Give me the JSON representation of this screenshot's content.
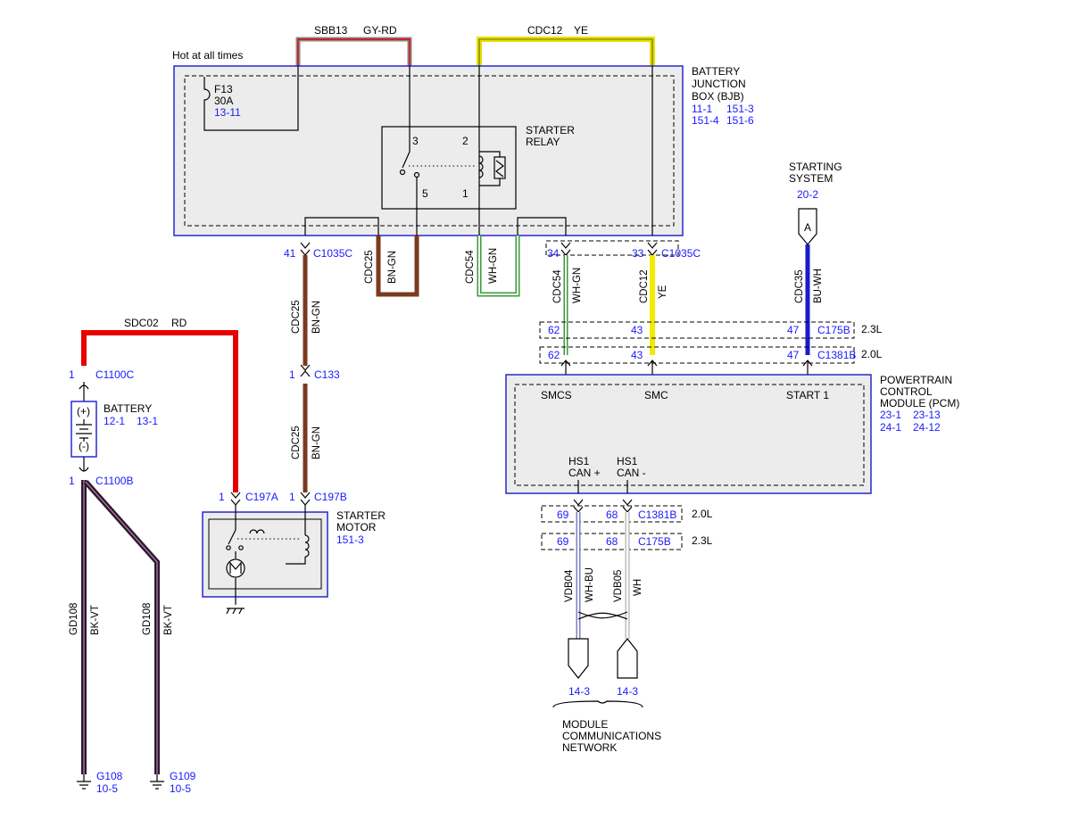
{
  "wires_top": {
    "sbb13_circuit": "SBB13",
    "sbb13_color": "GY-RD",
    "cdc12_circuit": "CDC12",
    "cdc12_color": "YE",
    "hot_label": "Hot at all times"
  },
  "bjb": {
    "title_l1": "BATTERY",
    "title_l2": "JUNCTION",
    "title_l3": "BOX (BJB)",
    "ref_a": "11-1",
    "ref_b": "151-3",
    "ref_c": "151-4",
    "ref_d": "151-6",
    "fuse_name": "F13",
    "fuse_rating": "30A",
    "fuse_ref": "13-11",
    "relay_l1": "STARTER",
    "relay_l2": "RELAY",
    "pin3": "3",
    "pin2": "2",
    "pin5": "5",
    "pin1": "1"
  },
  "bjb_loops": {
    "cdc25_circuit": "CDC25",
    "cdc25_color": "BN-GN",
    "cdc54_circuit": "CDC54",
    "cdc54_color": "WH-GN"
  },
  "c1035c_left": {
    "pin": "41",
    "name": "C1035C"
  },
  "c1035c_right": {
    "pin_a": "34",
    "pin_b": "33",
    "name": "C1035C"
  },
  "pcm_wires": {
    "cdc54_circuit": "CDC54",
    "cdc54_color": "WH-GN",
    "cdc12_circuit": "CDC12",
    "cdc12_color": "YE",
    "cdc35_circuit": "CDC35",
    "cdc35_color": "BU-WH"
  },
  "starting_system": {
    "l1": "STARTING",
    "l2": "SYSTEM",
    "ref": "20-2",
    "connector": "A"
  },
  "c175b_top": {
    "p1": "62",
    "p2": "43",
    "p3": "47",
    "name": "C175B",
    "engine": "2.3L"
  },
  "c1381b_top": {
    "p1": "62",
    "p2": "43",
    "p3": "47",
    "name": "C1381B",
    "engine": "2.0L"
  },
  "pcm": {
    "l1": "POWERTRAIN",
    "l2": "CONTROL",
    "l3": "MODULE (PCM)",
    "ref_a": "23-1",
    "ref_b": "23-13",
    "ref_c": "24-1",
    "ref_d": "24-12",
    "smcs": "SMCS",
    "smc": "SMC",
    "start1": "START 1",
    "can_p_l1": "HS1",
    "can_p_l2": "CAN +",
    "can_m_l1": "HS1",
    "can_m_l2": "CAN -"
  },
  "c1381b_bot": {
    "p1": "69",
    "p2": "68",
    "name": "C1381B",
    "engine": "2.0L"
  },
  "c175b_bot": {
    "p1": "69",
    "p2": "68",
    "name": "C175B",
    "engine": "2.3L"
  },
  "can_wires": {
    "vdb04_circuit": "VDB04",
    "vdb04_color": "WH-BU",
    "vdb05_circuit": "VDB05",
    "vdb05_color": "WH",
    "ref_left": "14-3",
    "ref_right": "14-3",
    "net_l1": "MODULE",
    "net_l2": "COMMUNICATIONS",
    "net_l3": "NETWORK"
  },
  "sdc02": {
    "circuit": "SDC02",
    "color": "RD"
  },
  "battery": {
    "c1100c_pin": "1",
    "c1100c_name": "C1100C",
    "title": "BATTERY",
    "ref_a": "12-1",
    "ref_b": "13-1",
    "plus": "(+)",
    "minus": "(-)",
    "c1100b_pin": "1",
    "c1100b_name": "C1100B"
  },
  "cdc25_mid": {
    "circuit_a": "CDC25",
    "color_a": "BN-GN",
    "c133_pin": "1",
    "c133_name": "C133",
    "circuit_b": "CDC25",
    "color_b": "BN-GN"
  },
  "starter_motor": {
    "c197a_pin": "1",
    "c197a_name": "C197A",
    "c197b_pin": "1",
    "c197b_name": "C197B",
    "l1": "STARTER",
    "l2": "MOTOR",
    "ref": "151-3"
  },
  "grounds": {
    "gd108_a_circuit": "GD108",
    "gd108_a_color": "BK-VT",
    "gd108_b_circuit": "GD108",
    "gd108_b_color": "BK-VT",
    "g108_name": "G108",
    "g108_ref": "10-5",
    "g109_name": "G109",
    "g109_ref": "10-5"
  },
  "colors": {
    "red": "#e60000",
    "yellow": "#f2ea00",
    "brown": "#7a3a1e",
    "blue": "#1a1acc",
    "ref_blue": "#1a1aff",
    "green": "#3a9a3a",
    "box_fill": "#ececec",
    "black_violet": "#2a1a2a",
    "gray_red": "#8a8a8a"
  }
}
